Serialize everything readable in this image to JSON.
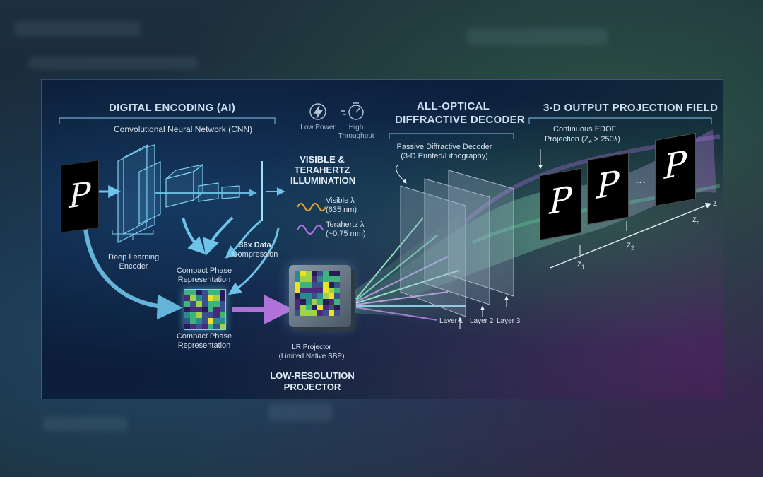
{
  "sections": {
    "digital_encoding": "DIGITAL ENCODING (AI)",
    "cnn": "Convolutional Neural Network (CNN)",
    "all_optical_line1": "ALL-OPTICAL",
    "all_optical_line2": "DIFFRACTIVE DECODER",
    "output_field": "3-D OUTPUT PROJECTION FIELD"
  },
  "badges": {
    "low_power": "Low Power",
    "high_line1": "High",
    "high_line2": "Throughput"
  },
  "illumination": {
    "line1": "VISIBLE &",
    "line2": "TERAHERTZ",
    "line3": "ILLUMINATION",
    "visible_label": "Visible λ",
    "visible_value": "(635 nm)",
    "thz_label": "Terahertz λ",
    "thz_value": "(~0.75 mm)"
  },
  "encoder": {
    "dl_line1": "Deep Learning",
    "dl_line2": "Encoder",
    "compact_upper_1": "Compact Phase",
    "compact_upper_2": "Representation",
    "compression_1": "36x Data",
    "compression_2": "Compression",
    "compact_lower_1": "Compact Phase",
    "compact_lower_2": "Representation"
  },
  "projector": {
    "lr_1": "LR Projector",
    "lr_2": "(Limited Native SBP)",
    "title_1": "LOW-RESOLUTION",
    "title_2": "PROJECTOR"
  },
  "decoder": {
    "passive_1": "Passive Diffractive Decoder",
    "passive_2": "(3-D Printed/Lithography)",
    "layers": [
      "Layer 1",
      "Layer 2",
      "Layer 3"
    ]
  },
  "output": {
    "edof_1": "Continuous EDOF",
    "edof_2": "Projection (Z",
    "edof_sub": "e",
    "edof_3": " > 250λ)",
    "ellipsis": "...",
    "axis_z": "z",
    "axis_zn": "z",
    "axis_zn_sub": "n",
    "z2": "z",
    "z2_sub": "2",
    "z1": "z",
    "z1_sub": "1"
  },
  "glyph": "P",
  "colors": {
    "accent": "#6fc3e8",
    "visible_wave": "#e0a030",
    "thz_wave": "#b070e0",
    "beam_green": "#7fe8b0",
    "beam_purple": "#c07ae8"
  }
}
